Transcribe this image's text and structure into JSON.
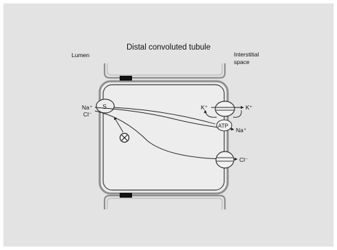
{
  "title": "Distal convoluted tubule",
  "labels": {
    "lumen": "Lumen",
    "interstitial_line1": "Interstitial",
    "interstitial_line2": "space",
    "na_left": "Na⁺",
    "cl_left": "Cl⁻",
    "symporter": "S",
    "k_left": "K⁺",
    "k_right": "K⁺",
    "atp": "ATP",
    "na_right": "Na⁺",
    "cl_right": "Cl⁻"
  },
  "inhibitor_icon": "circle-x-icon",
  "colors": {
    "background": "#e3e3e3",
    "cell_fill": "#e8e8e8",
    "cell_outline": "#555555",
    "outer_outline": "#9a9a9a",
    "tight_junction": "#111111",
    "text": "#111111"
  }
}
